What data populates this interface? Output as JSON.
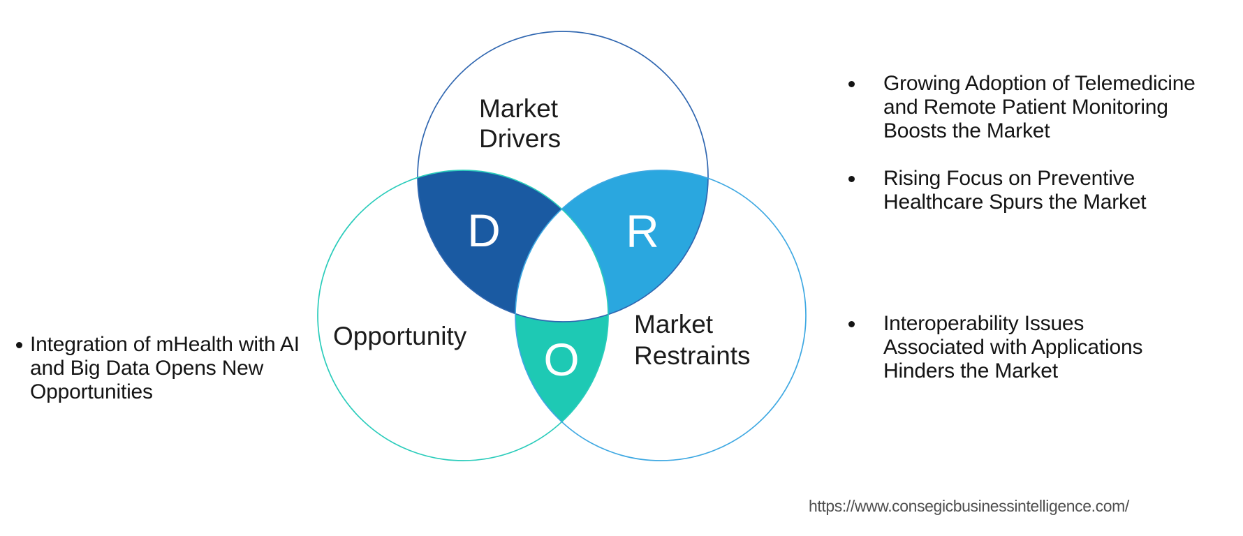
{
  "venn": {
    "drivers": {
      "label_line1": "Market",
      "label_line2": "Drivers",
      "letter": "D",
      "region_color": "#1A5AA2",
      "stroke_color": "#2F66B0"
    },
    "restraints": {
      "label_line1": "Market",
      "label_line2": "Restraints",
      "letter": "R",
      "region_color": "#2AA7DF",
      "stroke_color": "#3EA8E2"
    },
    "opportunity": {
      "label": "Opportunity",
      "letter": "O",
      "region_color": "#1EC9B4",
      "stroke_color": "#2ACCBB"
    },
    "center_color": "#FFFFFF"
  },
  "left_bullets": [
    {
      "lines": [
        "Integration of mHealth with AI",
        "and Big Data Opens New",
        "Opportunities"
      ]
    }
  ],
  "right_bullets": [
    {
      "lines": [
        "Growing Adoption of Telemedicine",
        "and Remote Patient Monitoring",
        "Boosts the Market"
      ]
    },
    {
      "lines": [
        "Rising Focus on Preventive",
        "Healthcare Spurs the Market"
      ]
    },
    {
      "lines": [
        "Interoperability Issues",
        "Associated with Applications",
        "Hinders the Market"
      ]
    }
  ],
  "footer": {
    "url": "https://www.consegicbusinessintelligence.com/"
  }
}
